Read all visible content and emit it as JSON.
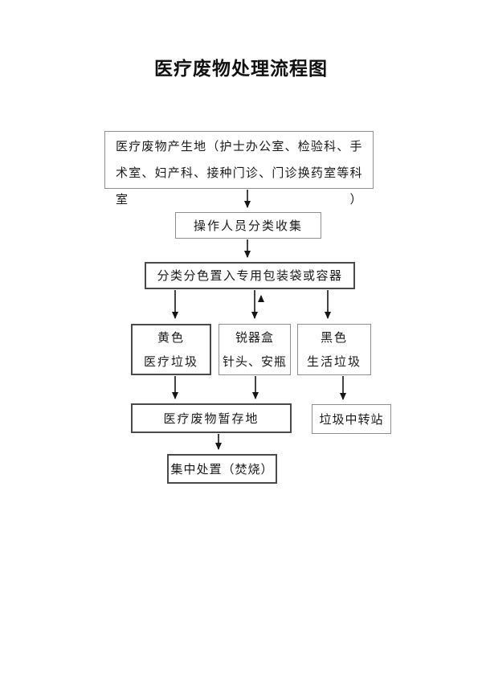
{
  "page": {
    "title": "医疗废物处理流程图"
  },
  "flowchart": {
    "nodes": {
      "source": {
        "label": "医疗废物产生地（护士办公室、检验科、手术室、妇产科、接种门诊、门诊换药室等科室）"
      },
      "collect": {
        "label": "操作人员分类收集"
      },
      "pack": {
        "label": "分类分色置入专用包装袋或容器"
      },
      "yellow": {
        "line1": "黄色",
        "line2": "医疗垃圾"
      },
      "sharps": {
        "line1": "锐器盒",
        "line2": "针头、安瓶"
      },
      "black": {
        "line1": "黑色",
        "line2": "生活垃圾"
      },
      "storage": {
        "label": "医疗废物暂存地"
      },
      "transfer": {
        "label": "垃圾中转站"
      },
      "disposal": {
        "label": "集中处置（焚烧）"
      }
    },
    "colors": {
      "background": "#ffffff",
      "text": "#1a1a1a",
      "border_light": "#8f8f8f",
      "border_dark": "#4a4a4a",
      "arrow": "#151515"
    }
  }
}
